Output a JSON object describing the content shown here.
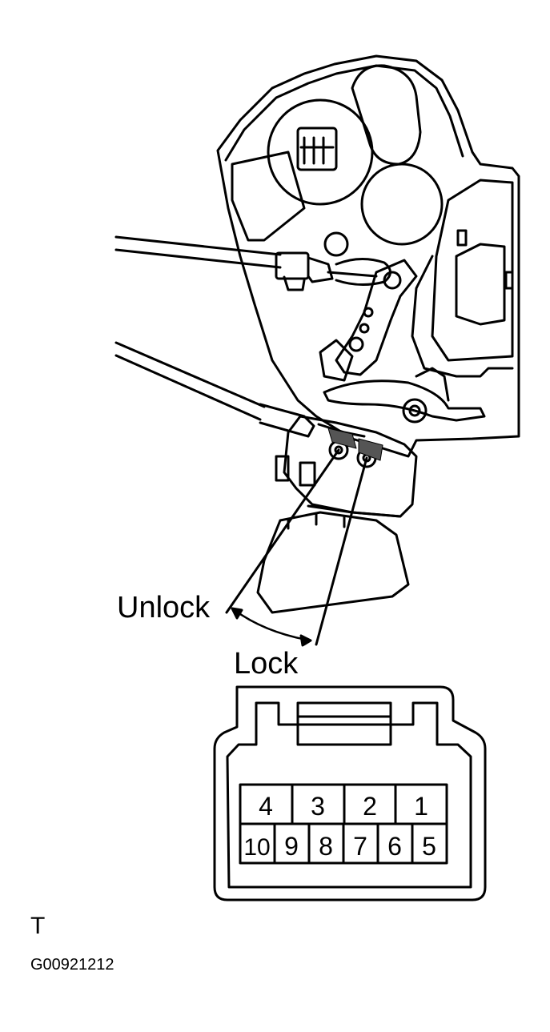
{
  "labels": {
    "unlock": "Unlock",
    "lock": "Lock",
    "view": "T",
    "figure_code": "G00921212"
  },
  "connector": {
    "top_row": [
      "4",
      "3",
      "2",
      "1"
    ],
    "bottom_row": [
      "10",
      "9",
      "8",
      "7",
      "6",
      "5"
    ]
  },
  "colors": {
    "line": "#000000",
    "background": "#ffffff"
  }
}
